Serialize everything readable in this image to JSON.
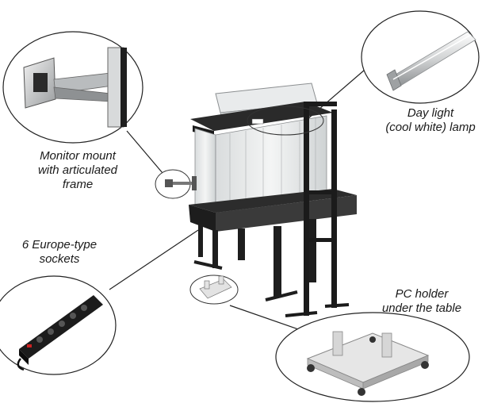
{
  "callouts": {
    "lamp": {
      "line1": "Day light",
      "line2": "(cool white) lamp"
    },
    "monitor": {
      "line1": "Monitor mount",
      "line2": "with articulated",
      "line3": "frame"
    },
    "sockets": {
      "line1": "6 Europe-type",
      "line2": "sockets"
    },
    "pc_holder": {
      "line1": "PC holder",
      "line2": "under the table"
    }
  }
}
